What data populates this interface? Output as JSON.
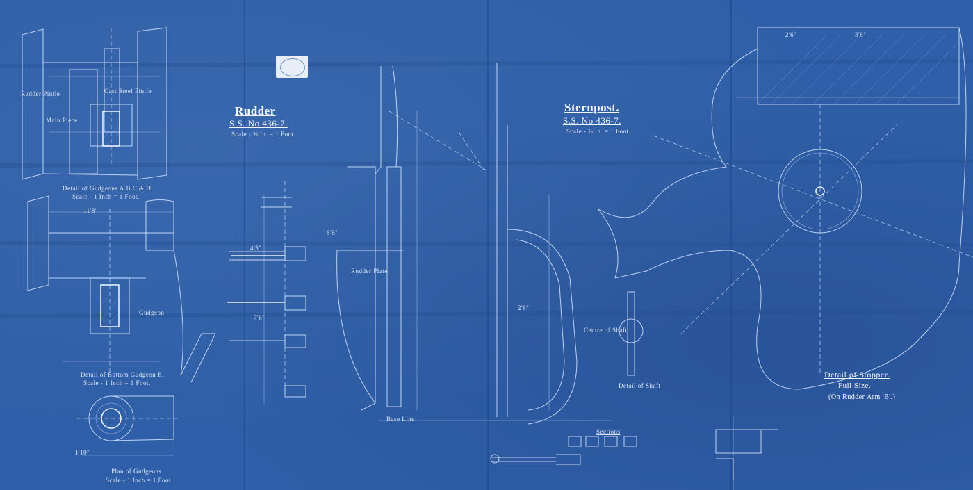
{
  "titles": {
    "rudder_title": "Rudder",
    "rudder_sub": "S.S. No 436-7.",
    "rudder_scale": "Scale - ⅜ In. = 1 Foot.",
    "sternpost_title": "Sternpost.",
    "sternpost_sub": "S.S. No 436-7.",
    "sternpost_scale": "Scale - ⅜ In. = 1 Foot."
  },
  "details": {
    "gudgeons": "Detail of Gudgeons A.B.C.& D.",
    "gudgeons_scale": "Scale - 1 Inch = 1 Foot.",
    "bottom_gudgeon": "Detail of Bottom Gudgeon E.",
    "bottom_gudgeon_scale": "Scale - 1 Inch = 1 Foot.",
    "plan_gudgeons": "Plan of Gudgeons",
    "plan_gudgeons_scale": "Scale - 1 Inch = 1 Foot.",
    "stopper": "Detail of Stopper.",
    "stopper_full": "Full Size.",
    "stopper_on": "(On Rudder Arm 'B'.)",
    "sections": "Sections",
    "detail_of_shaft": "Detail of Shaft",
    "centre_of_shaft": "Centre of Shaft"
  },
  "labels": {
    "rudder_pintle": "Rudder Pintle",
    "main_piece": "Main Piece",
    "rudder_plate": "Rudder Plate",
    "base_line": "Base Line",
    "cast_steel_pintle": "Cast Steel Pintle",
    "gudgeon": "Gudgeon"
  },
  "dimensions": [
    "2'6\"",
    "3'8\"",
    "11'8\"",
    "7'6\"",
    "6'6\"",
    "4'5\"",
    "1'10\"",
    "2'8\""
  ]
}
